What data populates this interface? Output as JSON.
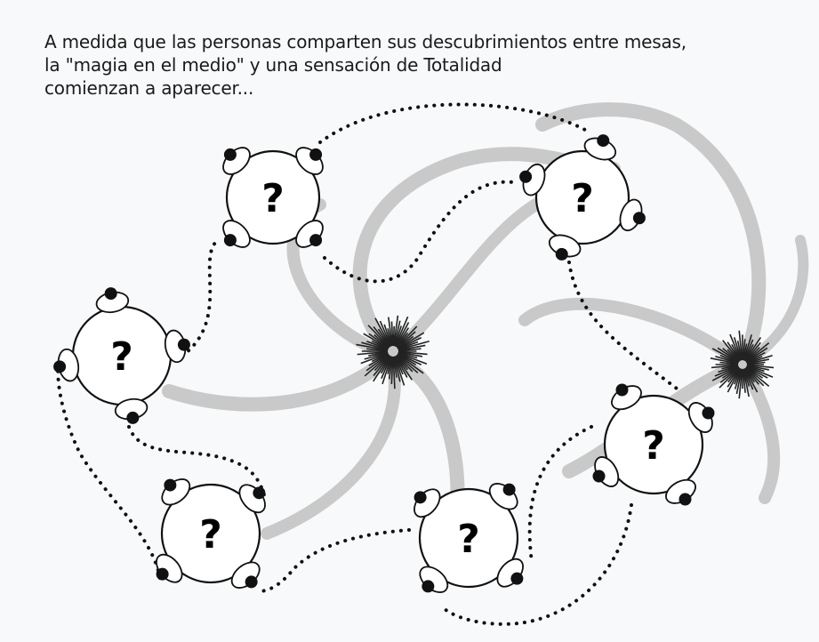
{
  "caption": {
    "line1": "A medida que las personas comparten sus descubrimientos entre mesas,",
    "line2": "la \"magia en el medio\" y una sensación de Totalidad",
    "line3": "comienzan a aparecer..."
  },
  "tables": [
    {
      "id": "table-1",
      "symbol": "?"
    },
    {
      "id": "table-2",
      "symbol": "?"
    },
    {
      "id": "table-3",
      "symbol": "?"
    },
    {
      "id": "table-4",
      "symbol": "?"
    },
    {
      "id": "table-5",
      "symbol": "?"
    },
    {
      "id": "table-6",
      "symbol": "?"
    }
  ],
  "colors": {
    "ink": "#111111",
    "swirl": "#c9c9c9",
    "background": "#f7f9fa"
  }
}
